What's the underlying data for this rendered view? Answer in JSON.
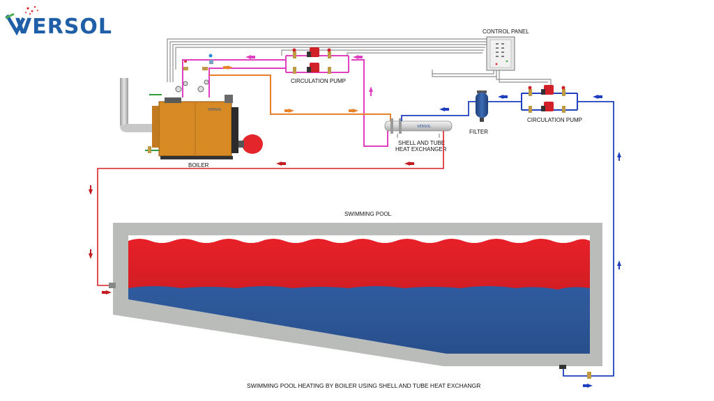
{
  "logo": {
    "text": "VERSOL",
    "color": "#1f5fa8",
    "accent": "#4caf50"
  },
  "labels": {
    "control_panel": "CONTROL PANEL",
    "circulation_pump_1": "CIRCULATION PUMP",
    "circulation_pump_2": "CIRCULATION PUMP",
    "filter": "FILTER",
    "boiler": "BOILER",
    "heat_exchanger_1": "SHELL AND TUBE",
    "heat_exchanger_2": "HEAT EXCHANGER",
    "swimming_pool": "SWIMMING POOL",
    "caption": "SWIMMING POOL HEATING BY BOILER USING SHELL AND TUBE HEAT EXCHANGR"
  },
  "colors": {
    "hot_water": "#e3262b",
    "cold_water": "#2a5597",
    "primary_hot": "#e040c0",
    "primary_return": "#e8822a",
    "boiler": "#d88a24",
    "pool_wall": "#b9bcb9",
    "control_wire": "#8a8a8a"
  },
  "icons": [
    "arrow-icon",
    "pump-icon",
    "valve-icon",
    "gauge-icon"
  ]
}
